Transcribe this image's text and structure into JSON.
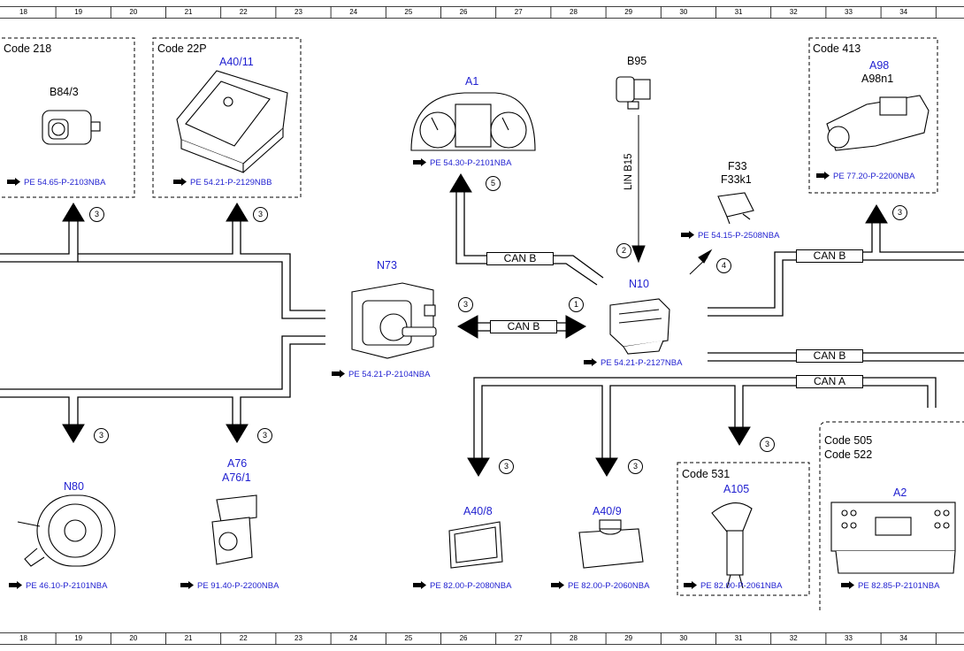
{
  "ruler": [
    "18",
    "19",
    "20",
    "21",
    "22",
    "23",
    "24",
    "25",
    "26",
    "27",
    "28",
    "29",
    "30",
    "31",
    "32",
    "33",
    "34"
  ],
  "codes": {
    "c218": "Code 218",
    "c22p": "Code 22P",
    "c413": "Code 413",
    "c531": "Code 531",
    "c505": "Code 505",
    "c522": "Code 522"
  },
  "components": {
    "b84": {
      "label": "B84/3",
      "ref": "PE 54.65-P-2103NBA"
    },
    "a40_11": {
      "label": "A40/11",
      "ref": "PE 54.21-P-2129NBB"
    },
    "a1": {
      "label": "A1",
      "ref": "PE 54.30-P-2101NBA"
    },
    "b95": {
      "label": "B95"
    },
    "f33": {
      "label": "F33",
      "label2": "F33k1",
      "ref": "PE 54.15-P-2508NBA"
    },
    "a98": {
      "label": "A98",
      "label2": "A98n1",
      "ref": "PE 77.20-P-2200NBA"
    },
    "n73": {
      "label": "N73",
      "ref": "PE 54.21-P-2104NBA"
    },
    "n10": {
      "label": "N10",
      "ref": "PE 54.21-P-2127NBA"
    },
    "n80": {
      "label": "N80",
      "ref": "PE 46.10-P-2101NBA"
    },
    "a76": {
      "label": "A76",
      "label2": "A76/1",
      "ref": "PE 91.40-P-2200NBA"
    },
    "a40_8": {
      "label": "A40/8",
      "ref": "PE 82.00-P-2080NBA"
    },
    "a40_9": {
      "label": "A40/9",
      "ref": "PE 82.00-P-2060NBA"
    },
    "a105": {
      "label": "A105",
      "ref": "PE 82.00-P-2061NBA"
    },
    "a2": {
      "label": "A2",
      "ref": "PE 82.85-P-2101NBA"
    }
  },
  "buses": {
    "can_b": "CAN B",
    "can_a": "CAN A",
    "lin": "LIN B15"
  },
  "markers": {
    "m1": "1",
    "m2": "2",
    "m3": "3",
    "m4": "4",
    "m5": "5"
  },
  "colors": {
    "blue": "#1f1fd0",
    "line": "#000000"
  }
}
